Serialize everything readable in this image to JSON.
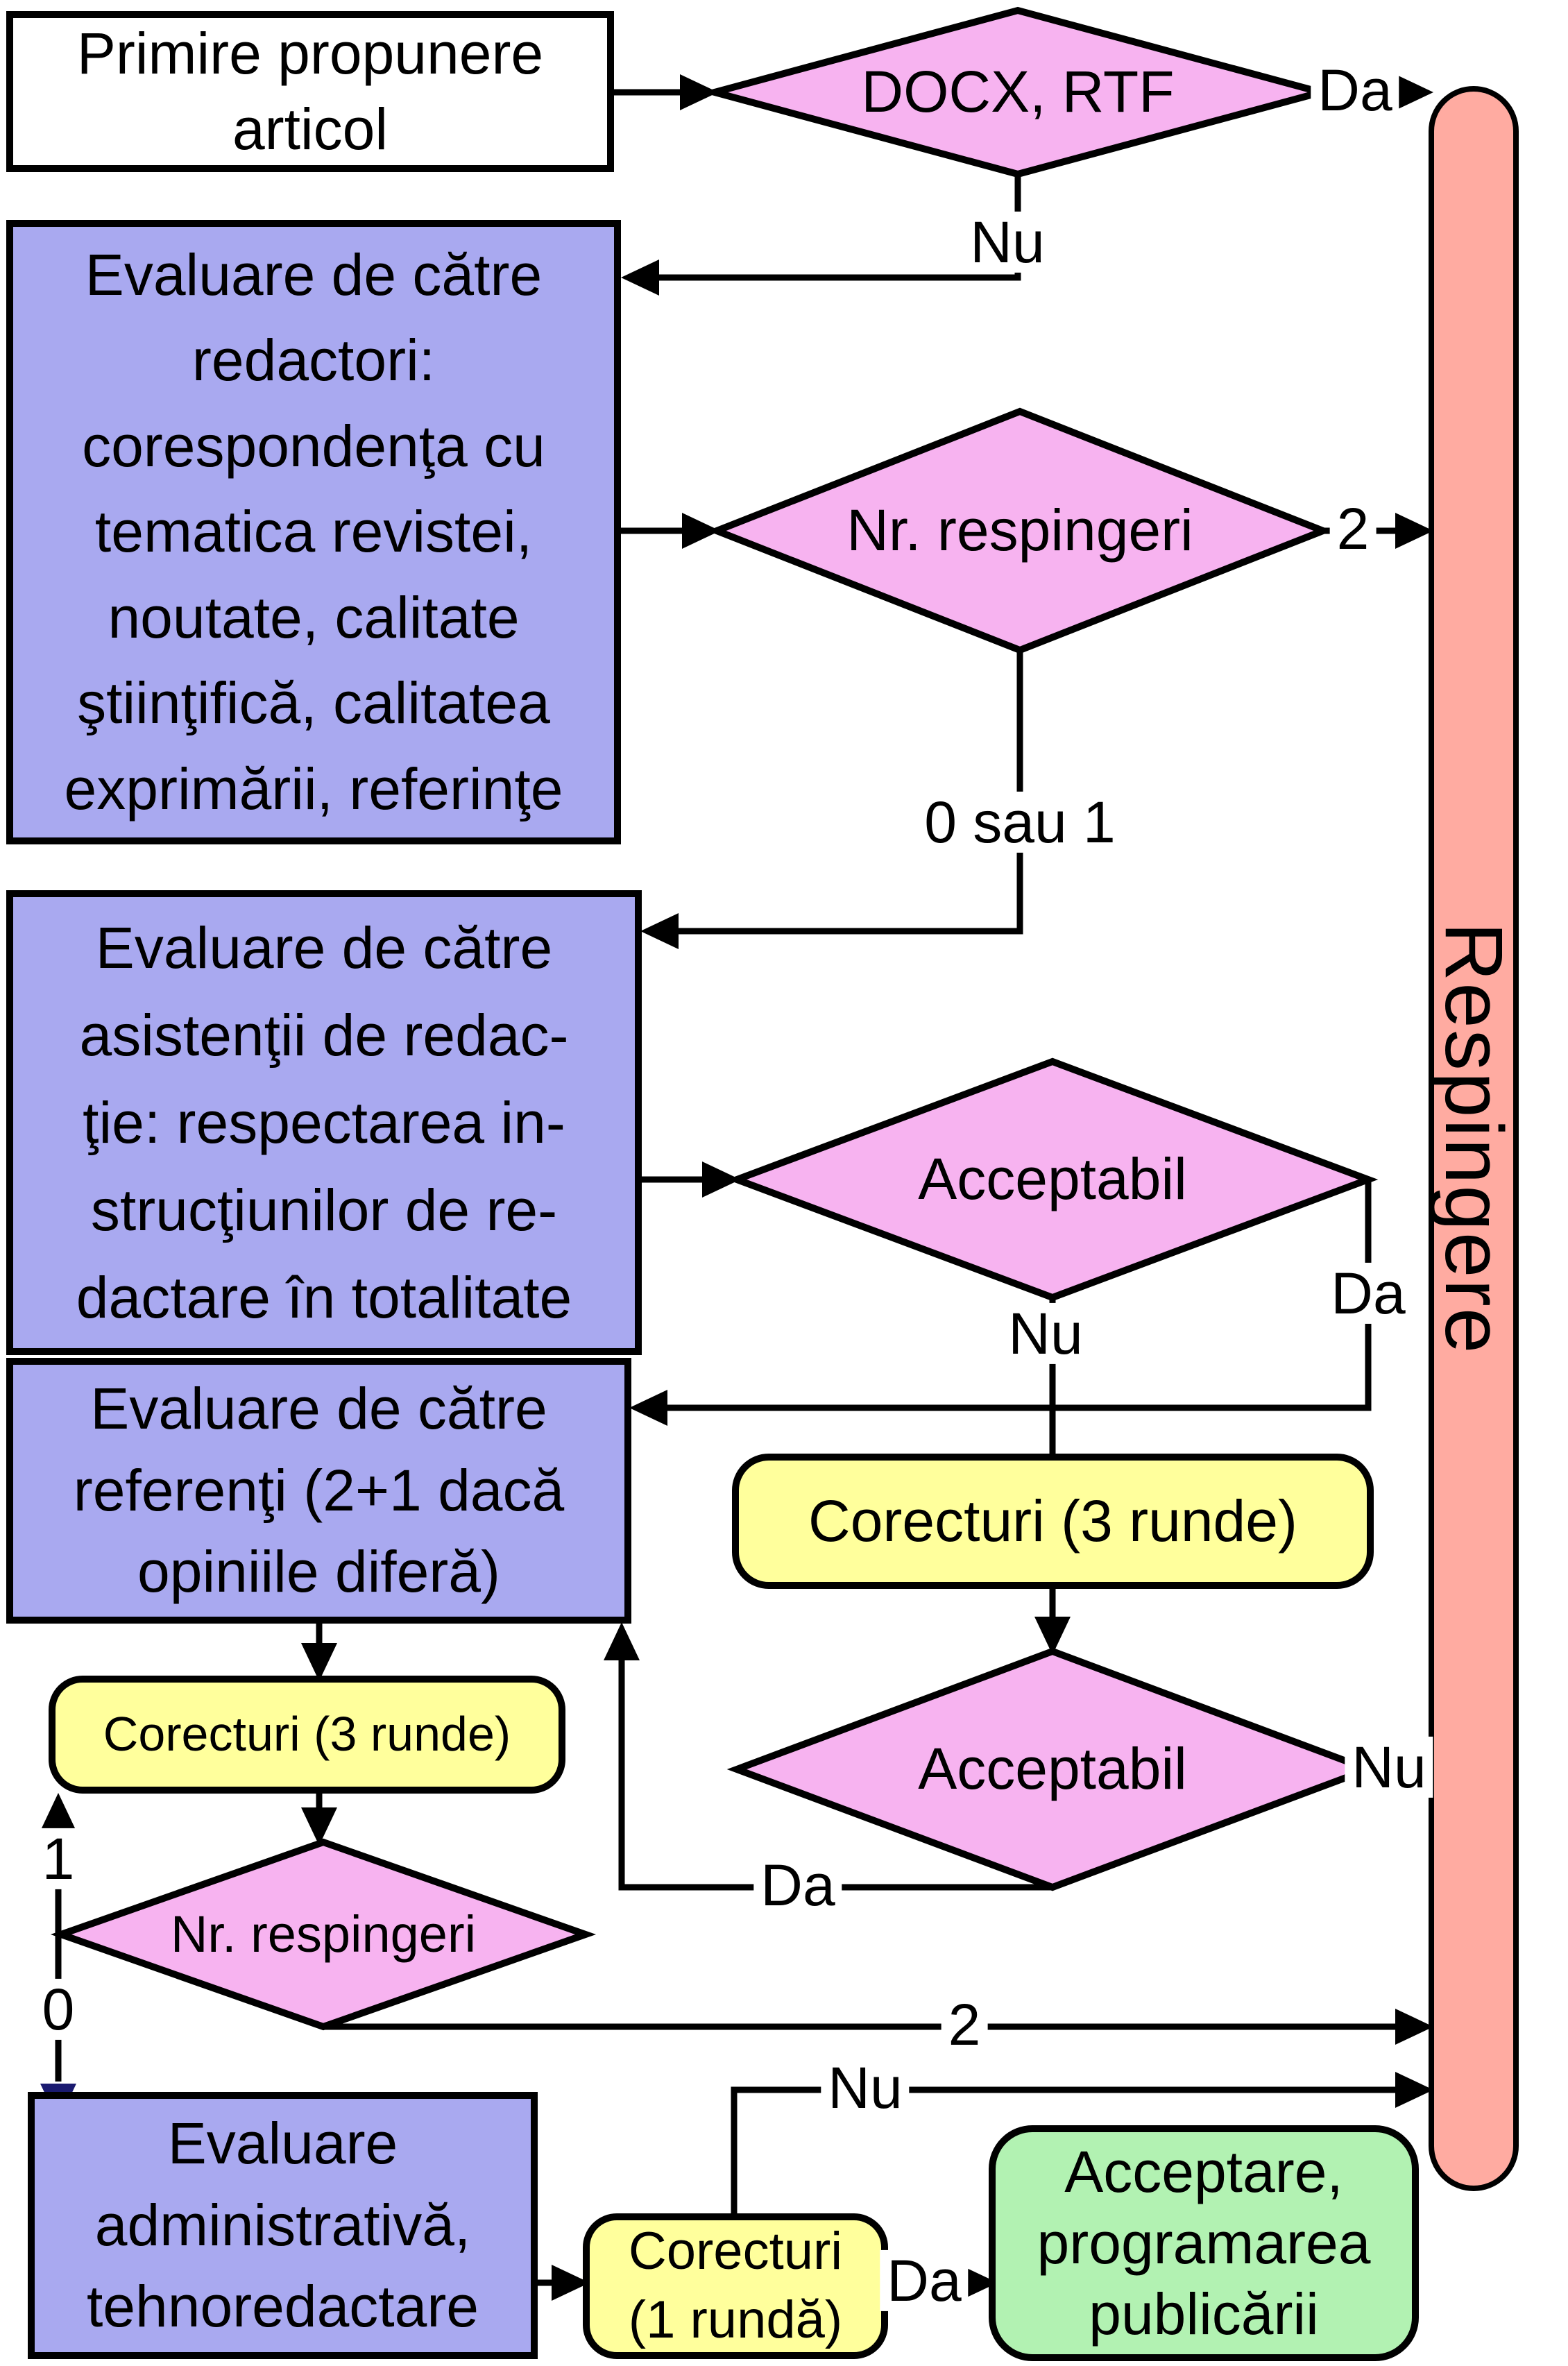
{
  "colors": {
    "purple": "#a9a9f0",
    "pink": "#f7b3f0",
    "yellow": "#ffff9c",
    "green": "#b2f2b2",
    "salmon": "#ffaba1",
    "white": "#ffffff",
    "navy": "#1a1a70"
  },
  "nodes": {
    "start": {
      "lines": [
        "Primire propunere",
        "articol"
      ]
    },
    "format_check": {
      "label": "DOCX, RTF"
    },
    "editor_review": {
      "lines": [
        "Evaluare de către",
        "redactori:",
        "corespondenţa cu",
        "tematica revistei,",
        "noutate, calitate",
        "ştiinţifică, calitatea",
        "exprimării, referinţe"
      ]
    },
    "rejection_count_1": {
      "label": "Nr. respingeri"
    },
    "assistant_review": {
      "lines": [
        "Evaluare de către",
        "asistenţii de redac-",
        "ţie: respectarea in-",
        "strucţiunilor de re-",
        "dactare în totalitate"
      ]
    },
    "acceptable_1": {
      "label": "Acceptabil"
    },
    "referee_review": {
      "lines": [
        "Evaluare de către",
        "referenţi (2+1 dacă",
        "opiniile diferă)"
      ]
    },
    "corrections_3_right": {
      "label": "Corecturi (3 runde)"
    },
    "acceptable_2": {
      "label": "Acceptabil"
    },
    "corrections_3_left": {
      "label": "Corecturi (3 runde)"
    },
    "rejection_count_2": {
      "label": "Nr. respingeri"
    },
    "admin_review": {
      "lines": [
        "Evaluare",
        "administrativă,",
        "tehnoredactare"
      ]
    },
    "corrections_1_round": {
      "lines": [
        "Corecturi",
        "(1 rundă)"
      ]
    },
    "acceptance": {
      "lines": [
        "Acceptare,",
        "programarea",
        "publicării"
      ]
    },
    "rejection_bar": {
      "label": "Respingere"
    }
  },
  "edges": {
    "da_format": "Da",
    "nu_format": "Nu",
    "two_first": "2",
    "zero_or_one": "0 sau 1",
    "nu_acceptable1": "Nu",
    "da_acceptable1": "Da",
    "nu_acceptable2": "Nu",
    "da_acceptable2": "Da",
    "one_loop": "1",
    "zero_down": "0",
    "two_second": "2",
    "nu_final": "Nu",
    "da_final": "Da"
  }
}
